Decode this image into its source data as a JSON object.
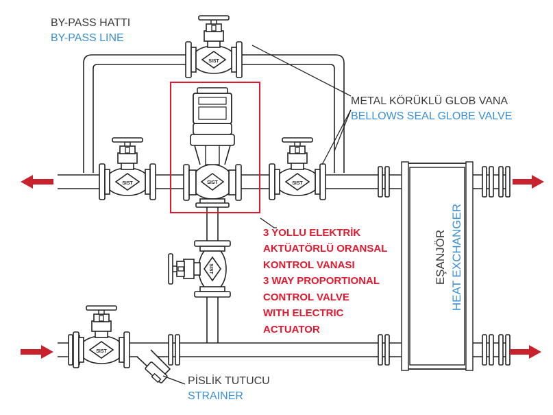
{
  "labels": {
    "bypass_tr": "BY-PASS HATTI",
    "bypass_en": "BY-PASS LINE",
    "globe_tr": "METAL KÖRÜKLÜ GLOB VANA",
    "globe_en": "BELLOWS SEAL GLOBE VALVE",
    "control_valve_lines": [
      "3 YOLLU ELEKTRİK",
      "AKTÜATÖRLÜ ORANSAL",
      "KONTROL VANASI",
      "3 WAY PROPORTIONAL",
      "CONTROL VALVE",
      "WITH ELECTRIC",
      "ACTUATOR"
    ],
    "hx_tr": "EŞANJÖR",
    "hx_en": "HEAT EXCHANGER",
    "strainer_tr": "PİSLİK TUTUCU",
    "strainer_en": "STRAINER"
  },
  "valve_badge": "SIST",
  "colors": {
    "text_dark": "#3a3a3a",
    "text_blue": "#3a8fd0",
    "text_red": "#e0182d",
    "flow_arrow": "#c8232c",
    "highlight_box": "#e0182d",
    "line": "#222222"
  }
}
